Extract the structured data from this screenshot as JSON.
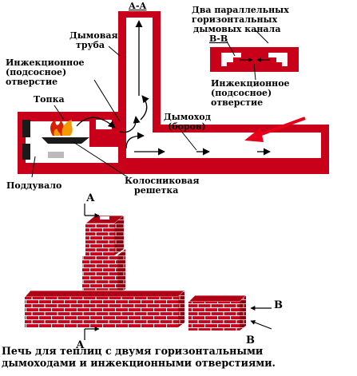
{
  "colors": {
    "brick": "#c8001a",
    "brick_dark": "#8a0010",
    "mortar": "#f4f4f4",
    "pointer_arrow": "#e8001a",
    "flame_orange": "#f39a00",
    "flame_red": "#d42200"
  },
  "labels": {
    "section_aa": "А-А",
    "chimney_l1": "Дымовая",
    "chimney_l2": "труба",
    "injection_left_l1": "Инжекционное",
    "injection_left_l2": "(подсосное)",
    "injection_left_l3": "отверстие",
    "firebox": "Топка",
    "blower": "Поддувало",
    "grate_l1": "Колосниковая",
    "grate_l2": "решетка",
    "flue_l1": "Дымоход",
    "flue_l2": "(боров)",
    "two_channels_l1": "Два параллельных",
    "two_channels_l2": "горизонтальных",
    "two_channels_l3": "дымовых канала",
    "section_bb": "В-В",
    "injection_right_l1": "Инжекционное",
    "injection_right_l2": "(подсосное)",
    "injection_right_l3": "отверстие",
    "marker_a_top": "А",
    "marker_a_bottom": "А",
    "marker_b_top": "В",
    "marker_b_bottom": "В"
  },
  "caption": {
    "line1": "Печь для теплиц с двумя горизонтальными",
    "line2": "дымоходами и инжекционными отверстиями."
  }
}
